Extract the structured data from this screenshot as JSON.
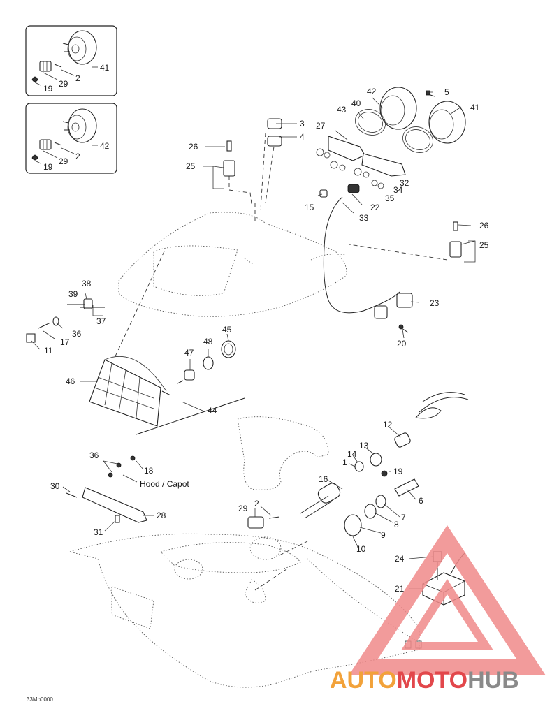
{
  "drawing_code": "33Mo0000",
  "hood_note": "Hood / Capot",
  "watermark": {
    "part1": "AUTO",
    "part2": "MOTO",
    "part3": "HUB"
  },
  "labels": {
    "inset1_41": "41",
    "inset1_2": "2",
    "inset1_29": "29",
    "inset1_19": "19",
    "inset2_42": "42",
    "inset2_2": "2",
    "inset2_29": "29",
    "inset2_19": "19",
    "p3": "3",
    "p4": "4",
    "p5": "5",
    "p26a": "26",
    "p25a": "25",
    "p27": "27",
    "p43": "43",
    "p40": "40",
    "p42": "42",
    "p41": "41",
    "p32": "32",
    "p34": "34",
    "p35": "35",
    "p15": "15",
    "p22": "22",
    "p33": "33",
    "p26b": "26",
    "p25b": "25",
    "p38": "38",
    "p39": "39",
    "p37": "37",
    "p36a": "36",
    "p17": "17",
    "p11": "11",
    "p45": "45",
    "p48": "48",
    "p47": "47",
    "p46": "46",
    "p44": "44",
    "p23": "23",
    "p20": "20",
    "p12": "12",
    "p13": "13",
    "p14": "14",
    "p1": "1",
    "p19": "19",
    "p16": "16",
    "p6": "6",
    "p7": "7",
    "p8": "8",
    "p9": "9",
    "p10": "10",
    "p36b": "36",
    "p18": "18",
    "p30": "30",
    "p28": "28",
    "p31": "31",
    "p29": "29",
    "p2": "2",
    "p24": "24",
    "p21": "21"
  }
}
